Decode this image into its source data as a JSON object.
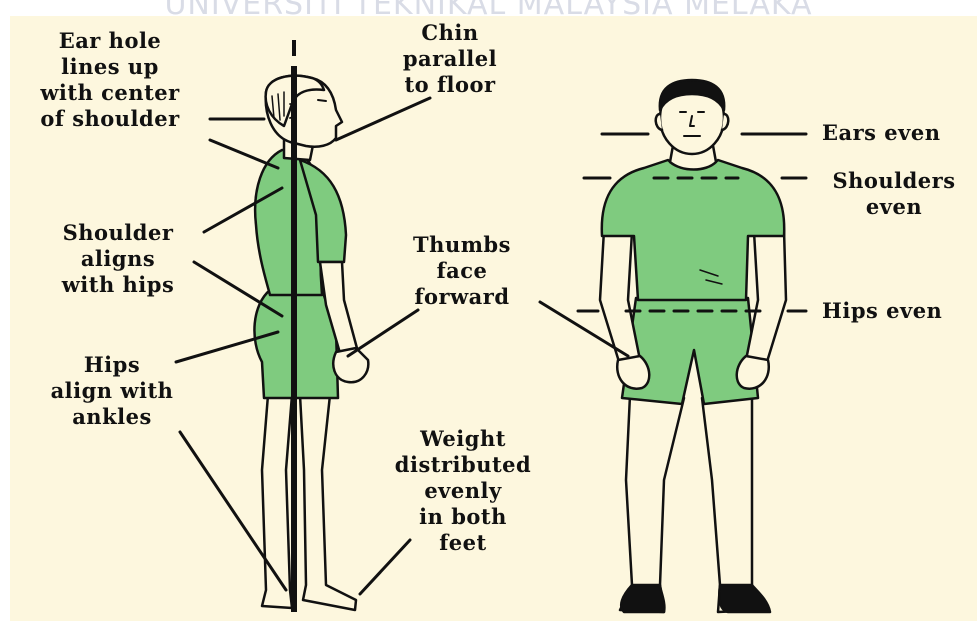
{
  "watermark": "UNIVERSITI TEKNIKAL MALAYSIA MELAKA",
  "colors": {
    "background": "#fdf7de",
    "shirt": "#7fcb7f",
    "skin": "#fdf7de",
    "outline": "#111111",
    "plumb_line": "#111111"
  },
  "side_view": {
    "labels": {
      "ear": "Ear hole\nlines up\nwith center\nof shoulder",
      "chin": "Chin\nparallel\nto floor",
      "shoulder": "Shoulder\naligns\nwith hips",
      "thumbs": "Thumbs\nface\nforward",
      "hips": "Hips\nalign with\nankles",
      "weight": "Weight\ndistributed\nevenly\nin both\nfeet"
    }
  },
  "front_view": {
    "labels": {
      "ears": "Ears even",
      "shoulders": "Shoulders\neven",
      "hips": "Hips even"
    }
  }
}
